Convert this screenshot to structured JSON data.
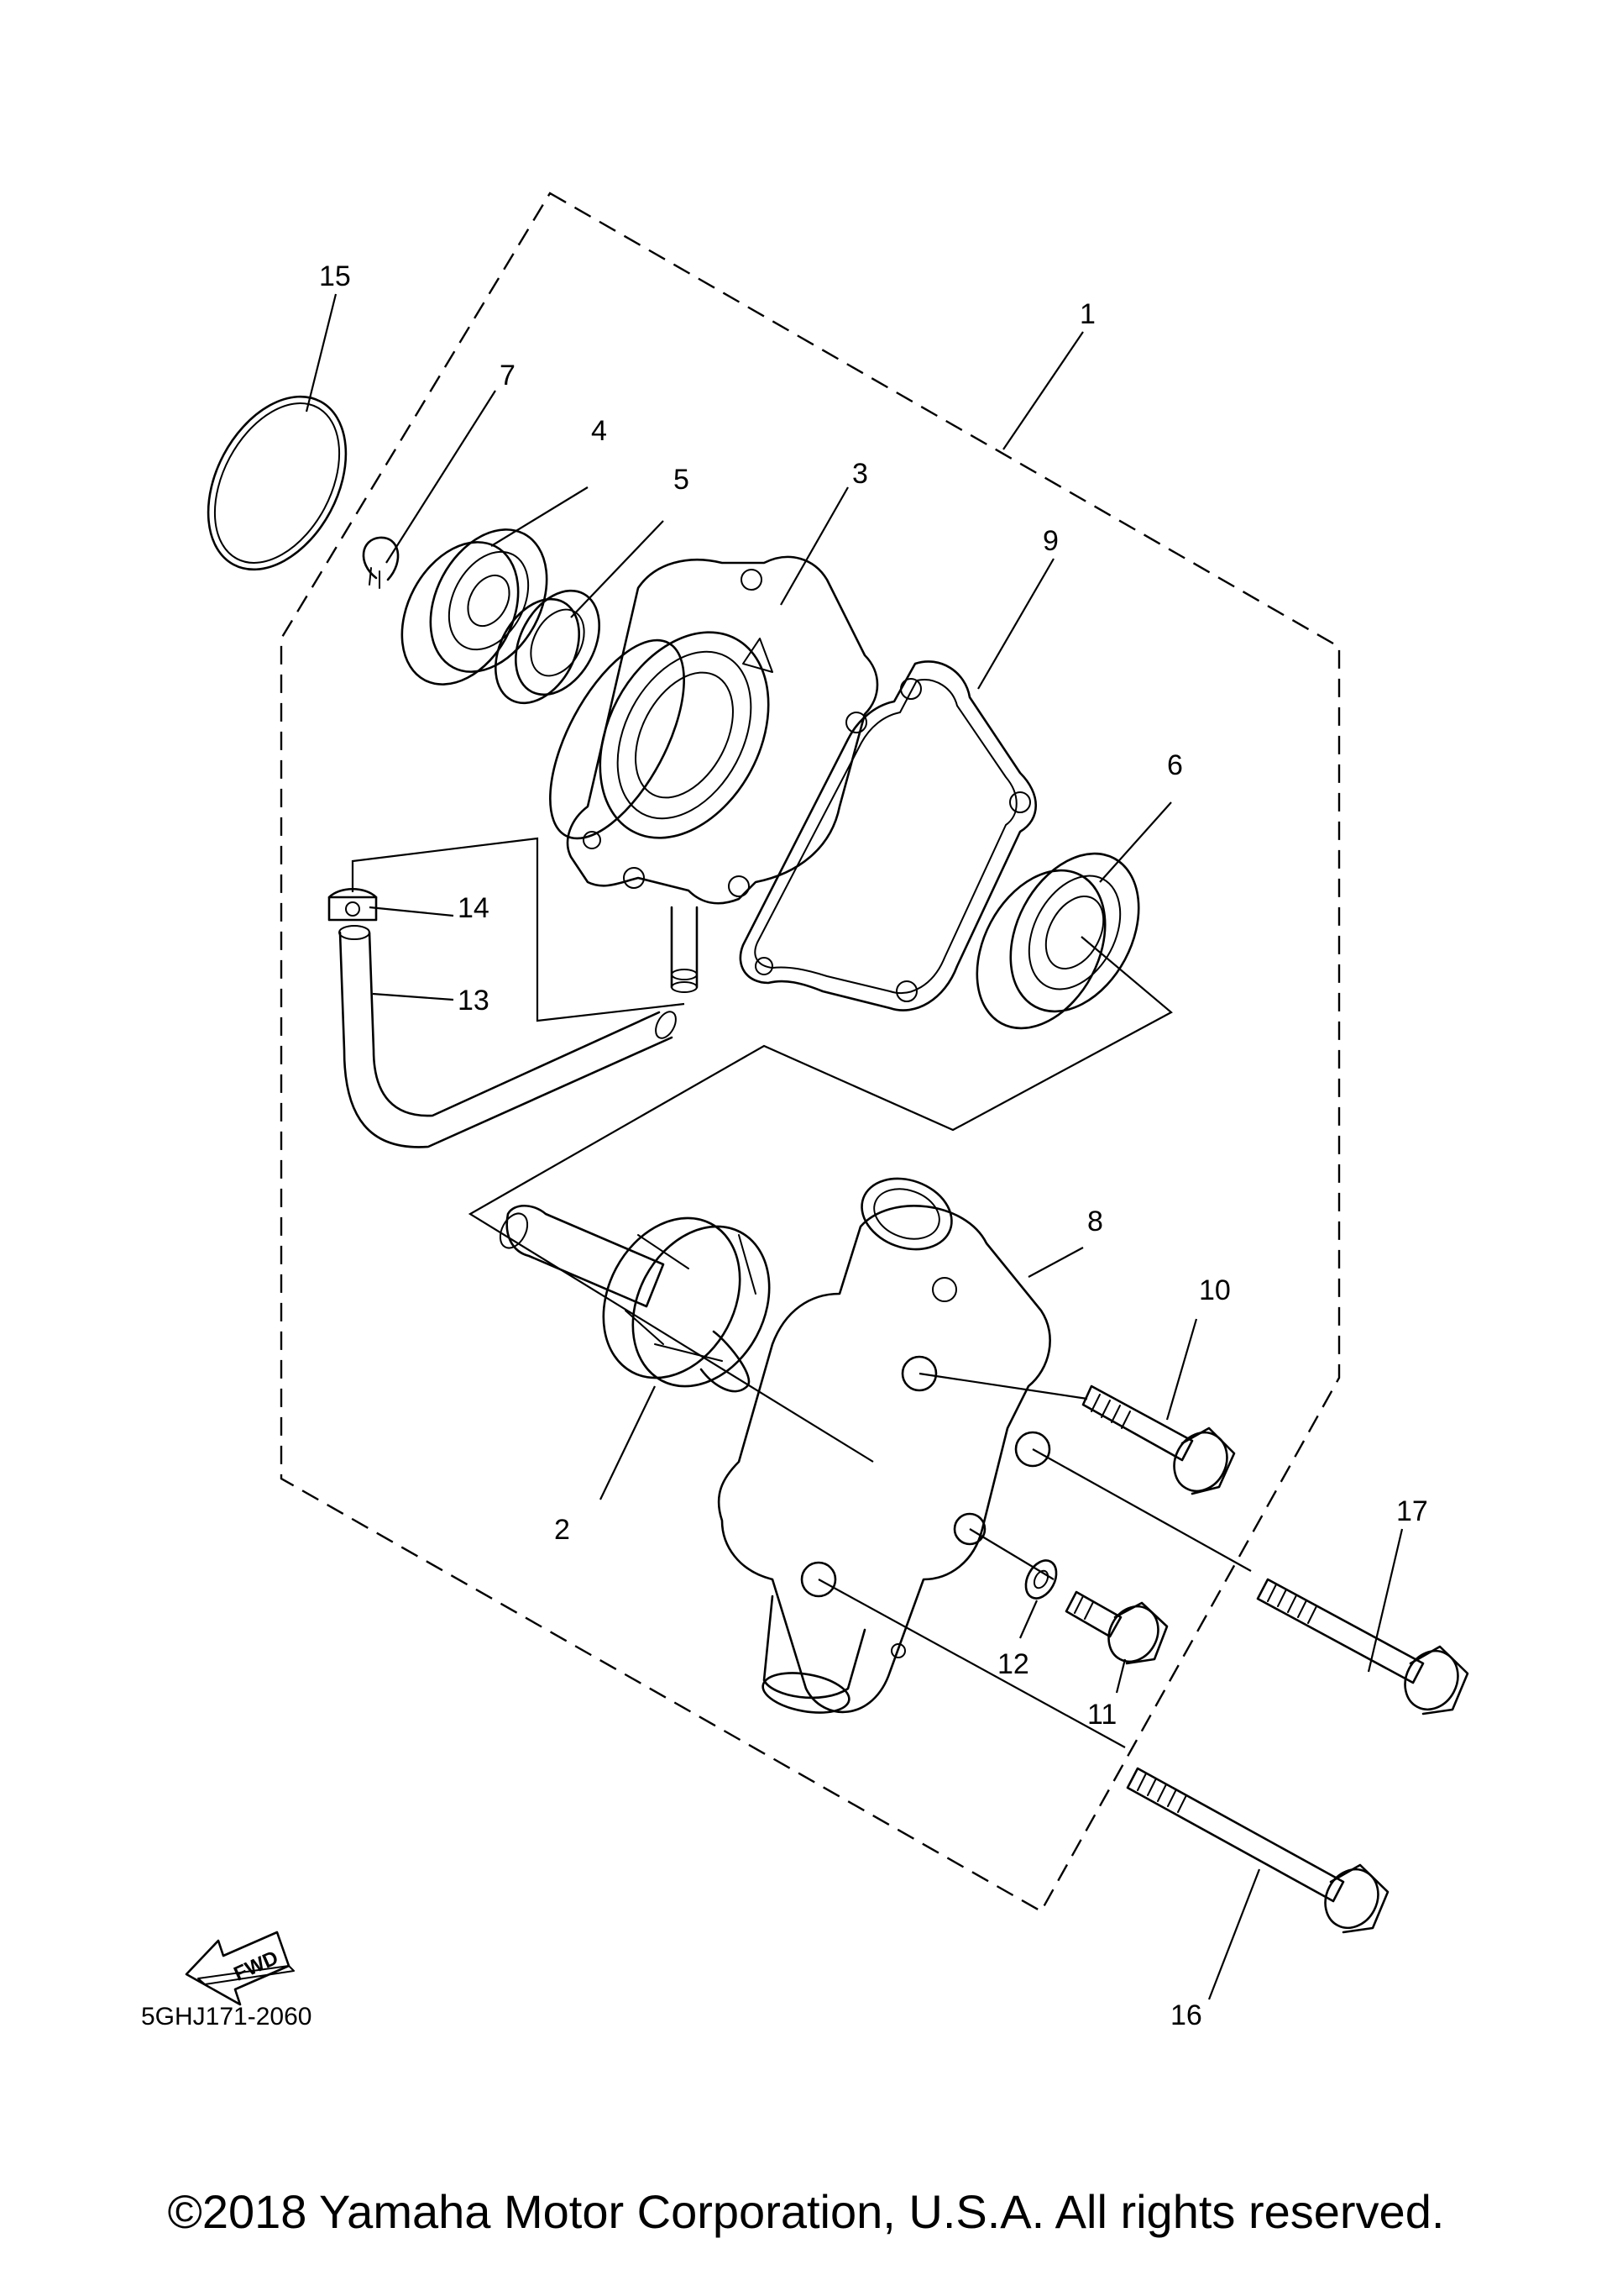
{
  "diagram": {
    "callouts": [
      {
        "id": "c1",
        "text": "1"
      },
      {
        "id": "c2",
        "text": "2"
      },
      {
        "id": "c3",
        "text": "3"
      },
      {
        "id": "c4",
        "text": "4"
      },
      {
        "id": "c5",
        "text": "5"
      },
      {
        "id": "c6",
        "text": "6"
      },
      {
        "id": "c7",
        "text": "7"
      },
      {
        "id": "c8",
        "text": "8"
      },
      {
        "id": "c9",
        "text": "9"
      },
      {
        "id": "c10",
        "text": "10"
      },
      {
        "id": "c11",
        "text": "11"
      },
      {
        "id": "c12",
        "text": "12"
      },
      {
        "id": "c13",
        "text": "13"
      },
      {
        "id": "c14",
        "text": "14"
      },
      {
        "id": "c15",
        "text": "15"
      },
      {
        "id": "c16",
        "text": "16"
      },
      {
        "id": "c17",
        "text": "17"
      }
    ],
    "fwd_arrow_text": "FWD",
    "diagram_code": "5GHJ171-2060"
  },
  "footer": {
    "copyright": "©2018 Yamaha Motor Corporation, U.S.A. All rights reserved."
  }
}
